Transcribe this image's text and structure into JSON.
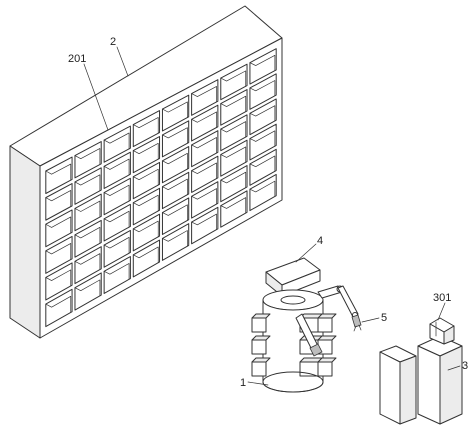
{
  "labels": {
    "shelf_rack": "2",
    "storage_cell": "201",
    "top_unit": "4",
    "gripper_arm": "5",
    "rotating_body": "1",
    "cabinet_small": "301",
    "cabinet": "3"
  }
}
